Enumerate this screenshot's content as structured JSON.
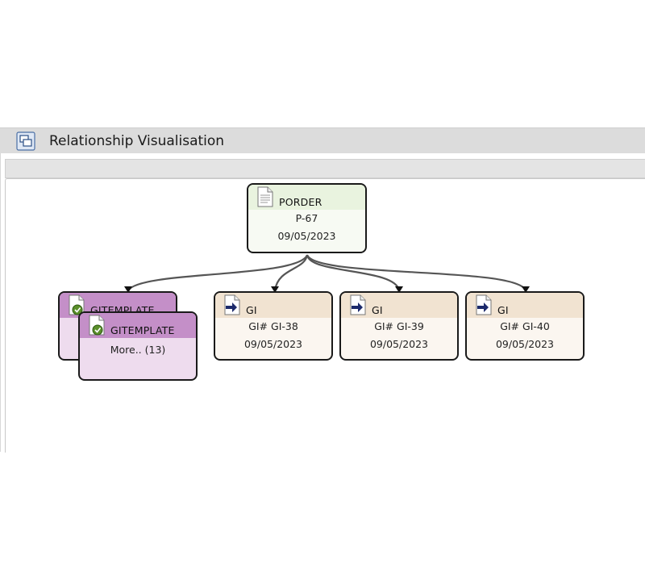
{
  "window": {
    "title": "Relationship Visualisation",
    "icon": "relationship-window-icon"
  },
  "root_node": {
    "type": "PORDER",
    "id": "P-67",
    "date": "09/05/2023",
    "icon": "document-icon"
  },
  "template_group": {
    "type": "GITEMPLATE",
    "back_type": "GITEMPLATE",
    "more_label": "More.. (13)",
    "icon": "document-check-icon"
  },
  "gi_nodes": [
    {
      "type": "GI",
      "id": "GI# GI-38",
      "date": "09/05/2023",
      "icon": "document-arrow-icon"
    },
    {
      "type": "GI",
      "id": "GI# GI-39",
      "date": "09/05/2023",
      "icon": "document-arrow-icon"
    },
    {
      "type": "GI",
      "id": "GI# GI-40",
      "date": "09/05/2023",
      "icon": "document-arrow-icon"
    }
  ],
  "colors": {
    "porder_header": "#e9f3df",
    "gi_header": "#f1e3d1",
    "template_header": "#c48fc8",
    "border": "#1a1a1a",
    "edge": "#555555"
  }
}
